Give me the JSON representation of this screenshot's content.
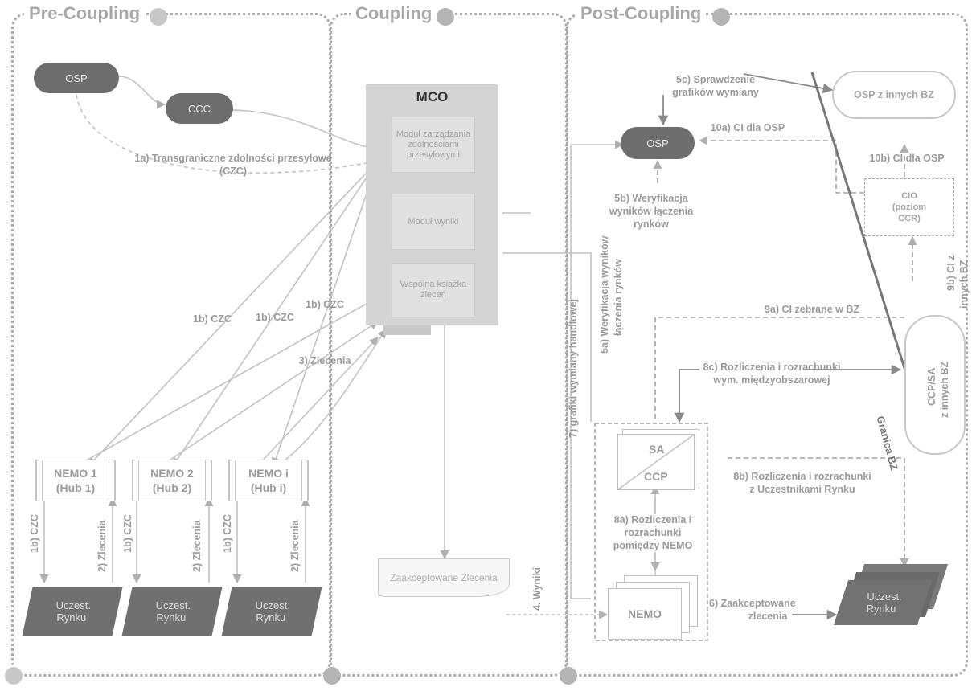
{
  "sections": {
    "pre_coupling": "Pre-Coupling",
    "coupling": "Coupling",
    "post_coupling": "Post-Coupling"
  },
  "nodes": {
    "osp_left": "OSP",
    "ccc": "CCC",
    "mco": "MCO",
    "mco_module_1": "Moduł zarządzania zdolnościami przesyłowymi",
    "mco_module_2": "Moduł wyniki",
    "mco_module_3": "Wspólna książka zleceń",
    "nemo1": [
      "NEMO 1",
      "(Hub 1)"
    ],
    "nemo2": [
      "NEMO 2",
      "(Hub 2)"
    ],
    "nemoi": [
      "NEMO i",
      "(Hub i)"
    ],
    "uczest": [
      "Uczest.",
      "Rynku"
    ],
    "zaakceptowane_doc": "Zaakceptowane Zlecenia",
    "osp_right": "OSP",
    "osp_inne": "OSP z innych BZ",
    "cio": [
      "CIO",
      "(poziom",
      "CCR)"
    ],
    "ccp_sa": [
      "CCP/SA",
      "z innych BZ"
    ],
    "sa": "SA",
    "ccp": "CCP",
    "nemo_post": "NEMO",
    "uczest_post": [
      "Uczest.",
      "Rynku"
    ]
  },
  "labels": {
    "l1a": [
      "1a) Transgraniczne zdolności przesyłowe",
      "(CZC)"
    ],
    "l1b": "1b) CZC",
    "l1b_c": "1b) CZC",
    "l3": "3) Zlecenia",
    "l1b_v": "1b) CZC",
    "l2_v": "2) Zlecenia",
    "l4": "4. Wyniki",
    "l5a": [
      "5a) Weryfikacja wyników",
      "łączenia rynków"
    ],
    "l5b": [
      "5b) Weryfikacja",
      "wyników łączenia",
      "rynków"
    ],
    "l5c": [
      "5c) Sprawdzenie",
      "grafików wymiany"
    ],
    "l6": [
      "6) Zaakceptowane",
      "zlecenia"
    ],
    "l7": "7) grafiki wymiany handlowej",
    "l8a": [
      "8a) Rozliczenia i",
      "rozrachunki",
      "pomiędzy NEMO"
    ],
    "l8b": [
      "8b) Rozliczenia i rozrachunki",
      "z Uczestnikami Rynku"
    ],
    "l8c": [
      "8c) Rozliczenia i rozrachunki",
      "wym. międzyobszarowej"
    ],
    "l9a": "9a) CI zebrane w BZ",
    "l9b": [
      "9b) CI z",
      "innych BZ"
    ],
    "l10a": "10a) CI dla OSP",
    "l10b": "10b) CI dla OSP",
    "granica": "Granica BZ"
  },
  "colors": {
    "dark_node": "#6e6e6e",
    "arrow": "#b8b8b8",
    "text": "#9a9a9a"
  }
}
